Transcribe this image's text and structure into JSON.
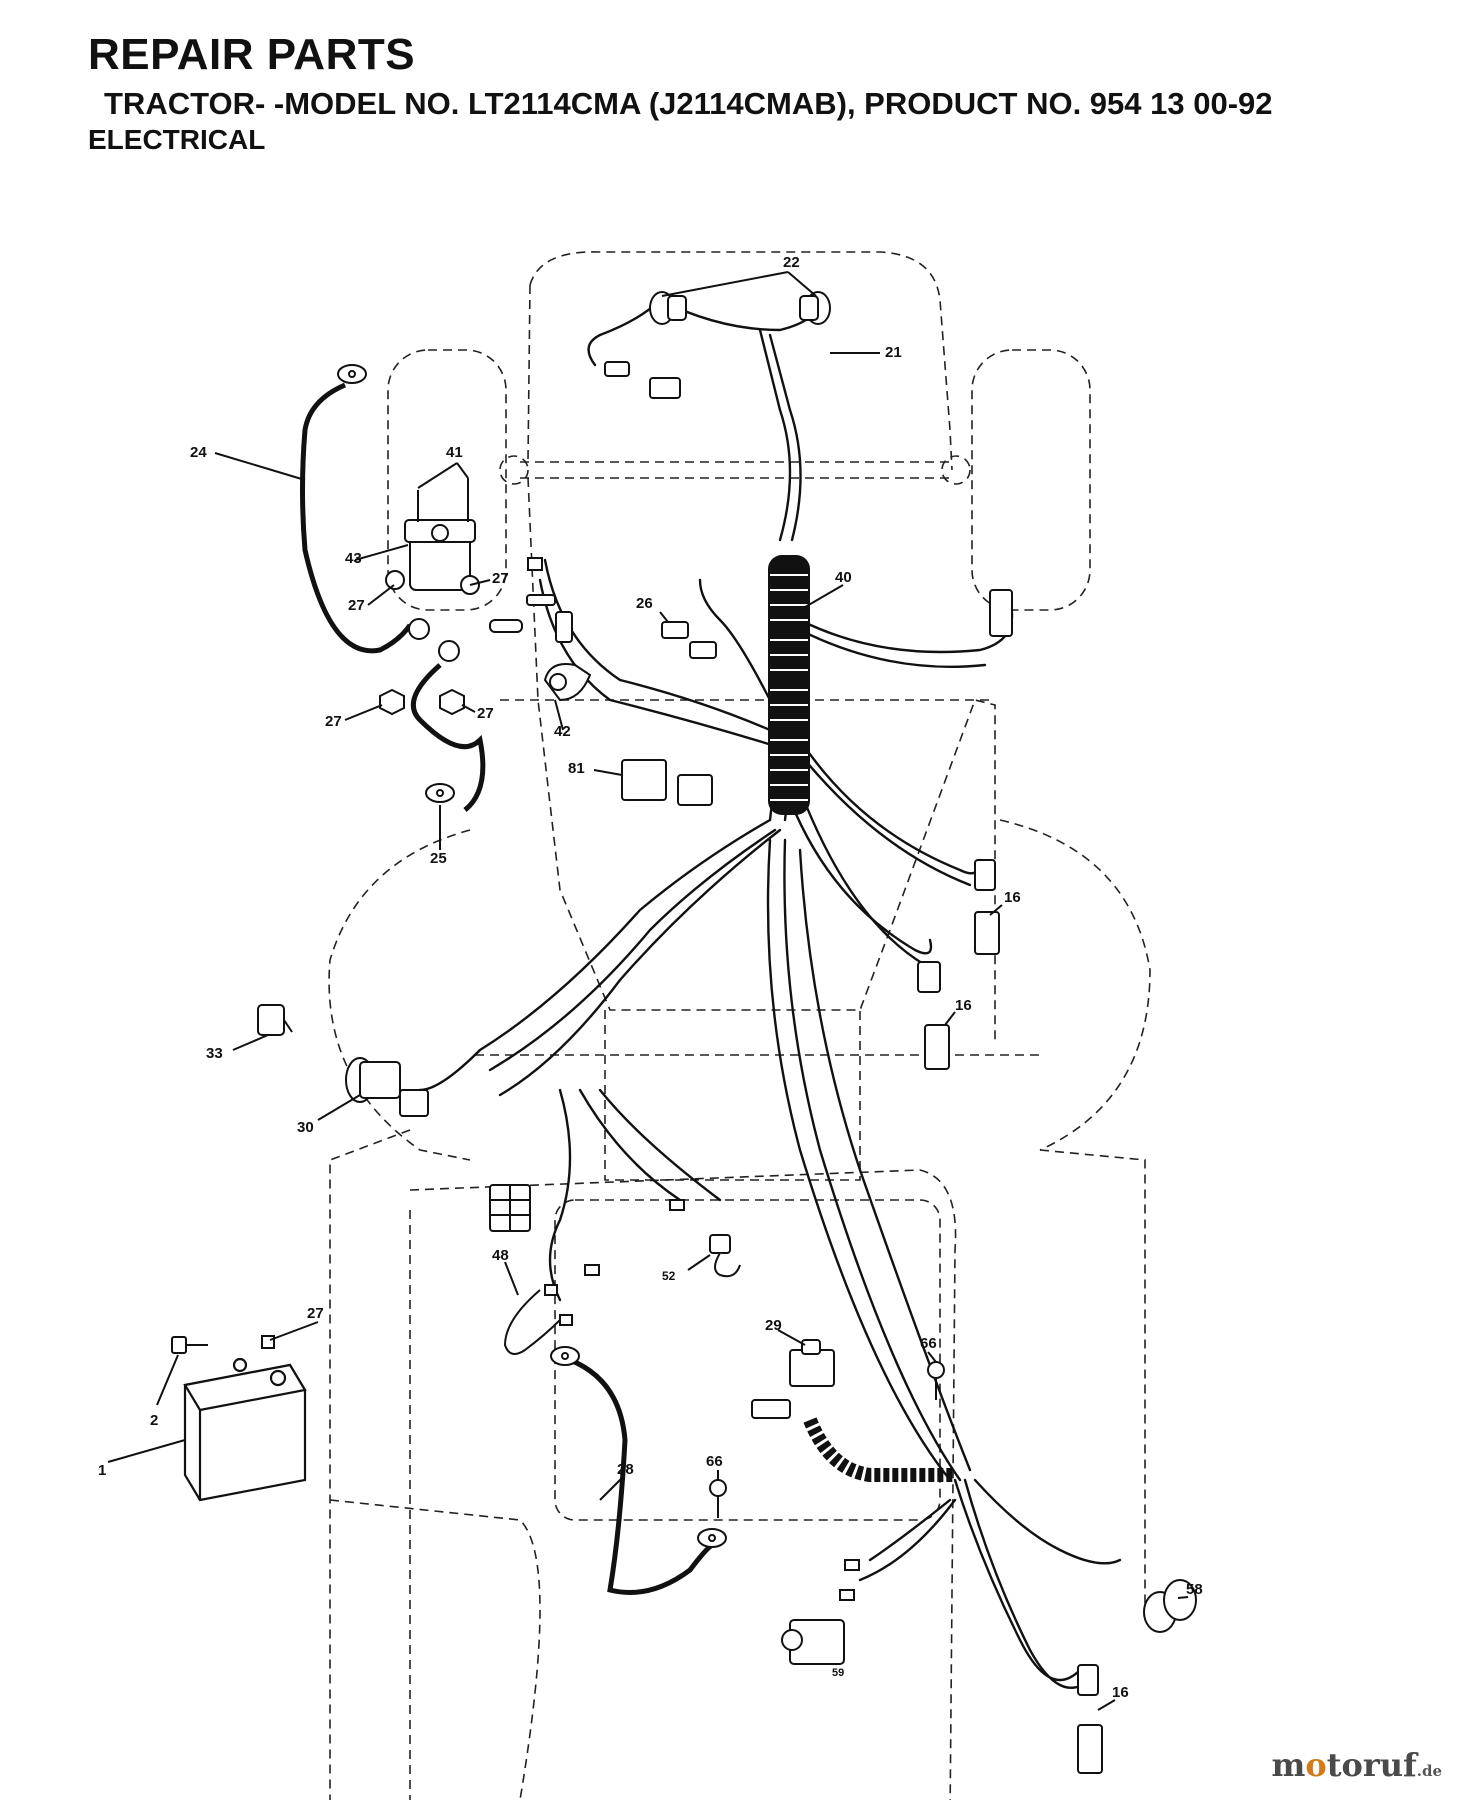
{
  "header": {
    "title": "REPAIR PARTS",
    "subtitle": "TRACTOR- -MODEL NO. LT2114CMA (J2114CMAB), PRODUCT NO. 954 13 00-92",
    "section": "ELECTRICAL"
  },
  "callouts": [
    {
      "id": "c22",
      "label": "22"
    },
    {
      "id": "c21",
      "label": "21"
    },
    {
      "id": "c24",
      "label": "24"
    },
    {
      "id": "c41",
      "label": "41"
    },
    {
      "id": "c43",
      "label": "43"
    },
    {
      "id": "c27a",
      "label": "27"
    },
    {
      "id": "c27b",
      "label": "27"
    },
    {
      "id": "c27c",
      "label": "27"
    },
    {
      "id": "c27d",
      "label": "27"
    },
    {
      "id": "c26",
      "label": "26"
    },
    {
      "id": "c40",
      "label": "40"
    },
    {
      "id": "c42",
      "label": "42"
    },
    {
      "id": "c81",
      "label": "81"
    },
    {
      "id": "c25",
      "label": "25"
    },
    {
      "id": "c16a",
      "label": "16"
    },
    {
      "id": "c16b",
      "label": "16"
    },
    {
      "id": "c33",
      "label": "33"
    },
    {
      "id": "c30",
      "label": "30"
    },
    {
      "id": "c48",
      "label": "48"
    },
    {
      "id": "c52",
      "label": "52"
    },
    {
      "id": "c27e",
      "label": "27"
    },
    {
      "id": "c29",
      "label": "29"
    },
    {
      "id": "c66a",
      "label": "66"
    },
    {
      "id": "c2",
      "label": "2"
    },
    {
      "id": "c1",
      "label": "1"
    },
    {
      "id": "c28",
      "label": "28"
    },
    {
      "id": "c66b",
      "label": "66"
    },
    {
      "id": "c58",
      "label": "58"
    },
    {
      "id": "c59",
      "label": "59"
    },
    {
      "id": "c16c",
      "label": "16"
    }
  ],
  "watermark": {
    "brand_pre": "m",
    "brand_o": "o",
    "brand_post": "toruf",
    "tld": ".de"
  }
}
